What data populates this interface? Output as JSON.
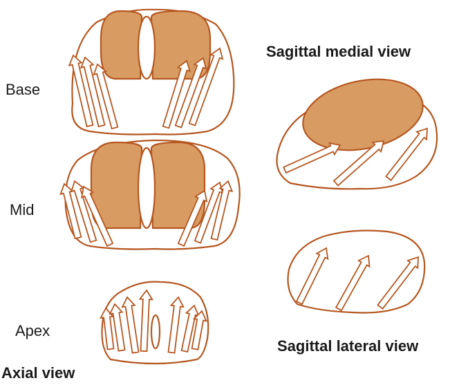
{
  "labels": {
    "base": "Base",
    "mid": "Mid",
    "apex": "Apex",
    "axial_view": "Axial view",
    "sagittal_medial_view": "Sagittal medial view",
    "sagittal_lateral_view": "Sagittal lateral view"
  },
  "colors": {
    "outline": "#b5561f",
    "fill": "#d89c63",
    "background": "#ffffff",
    "text": "#1a1a1a"
  }
}
